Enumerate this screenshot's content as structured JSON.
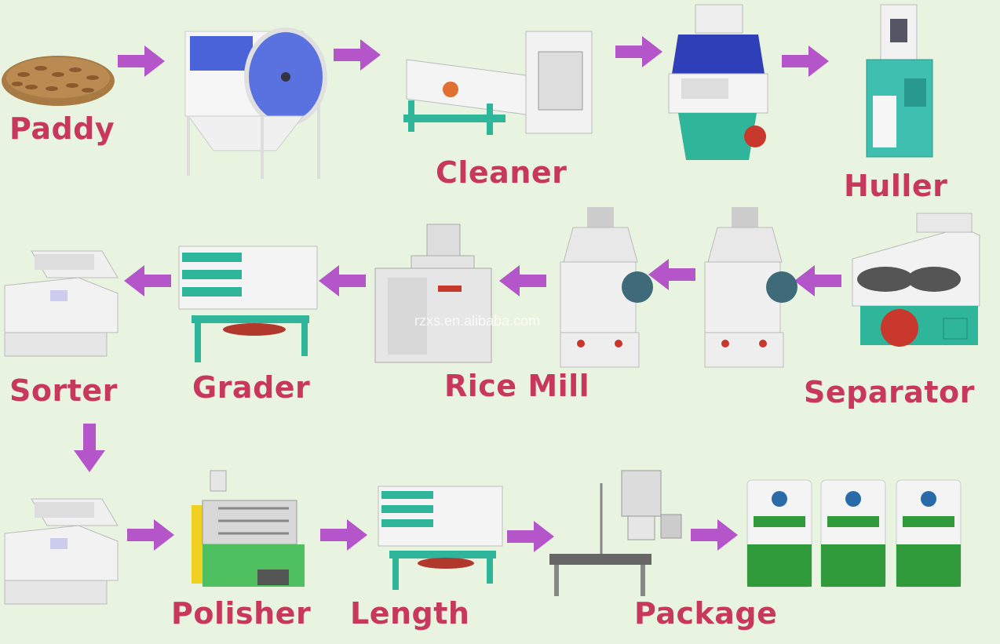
{
  "colors": {
    "background": "#e8f4e0",
    "label": "#c8385c",
    "arrow": "#b455c9",
    "machine_frame": "#2fb59a",
    "machine_body": "#f4f4f4",
    "accent_blue": "#3b4fc8"
  },
  "steps": [
    {
      "label": "Paddy"
    },
    {
      "label": "Cleaner"
    },
    {
      "label": "Huller"
    },
    {
      "label": "Separator"
    },
    {
      "label": "Rice Mill"
    },
    {
      "label": "Grader"
    },
    {
      "label": "Sorter"
    },
    {
      "label": "Polisher"
    },
    {
      "label": "Length"
    },
    {
      "label": "Package"
    }
  ],
  "watermark": "rzxs.en.alibaba.com"
}
